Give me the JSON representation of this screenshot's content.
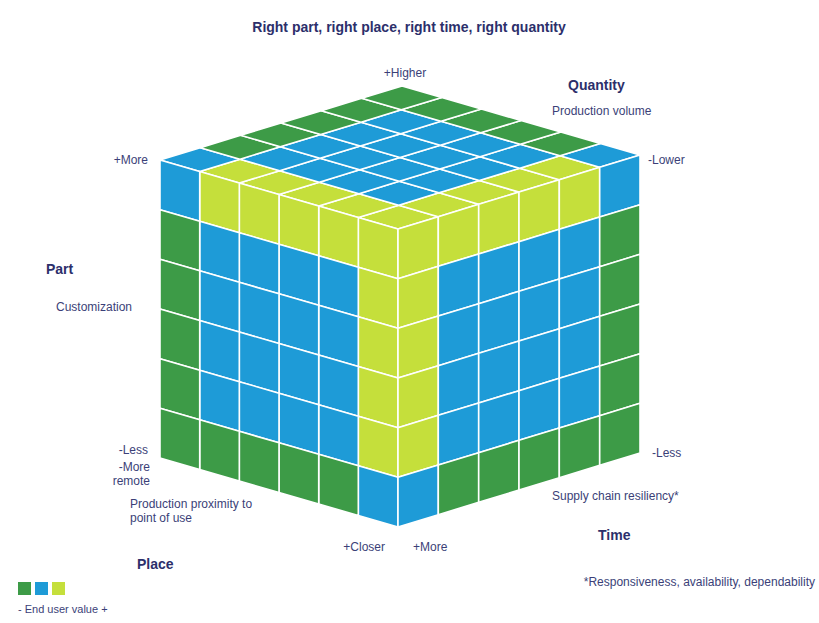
{
  "diagram": {
    "title": "Right part, right place, right time, right quantity",
    "labels": [
      "+Higher",
      "Quantity",
      "Production volume",
      "-Lower",
      "+More",
      "Part",
      "Customization",
      "-Less",
      "-More remote",
      "Production proximity to point of use",
      "+Closer",
      "+More",
      "-Less",
      "Supply chain resiliency*",
      "Time",
      "Place",
      "*Responsiveness, availability, dependability"
    ],
    "legend": [
      {
        "text": "- End user value +",
        "color": "#3d9b47"
      }
    ]
  }
}
